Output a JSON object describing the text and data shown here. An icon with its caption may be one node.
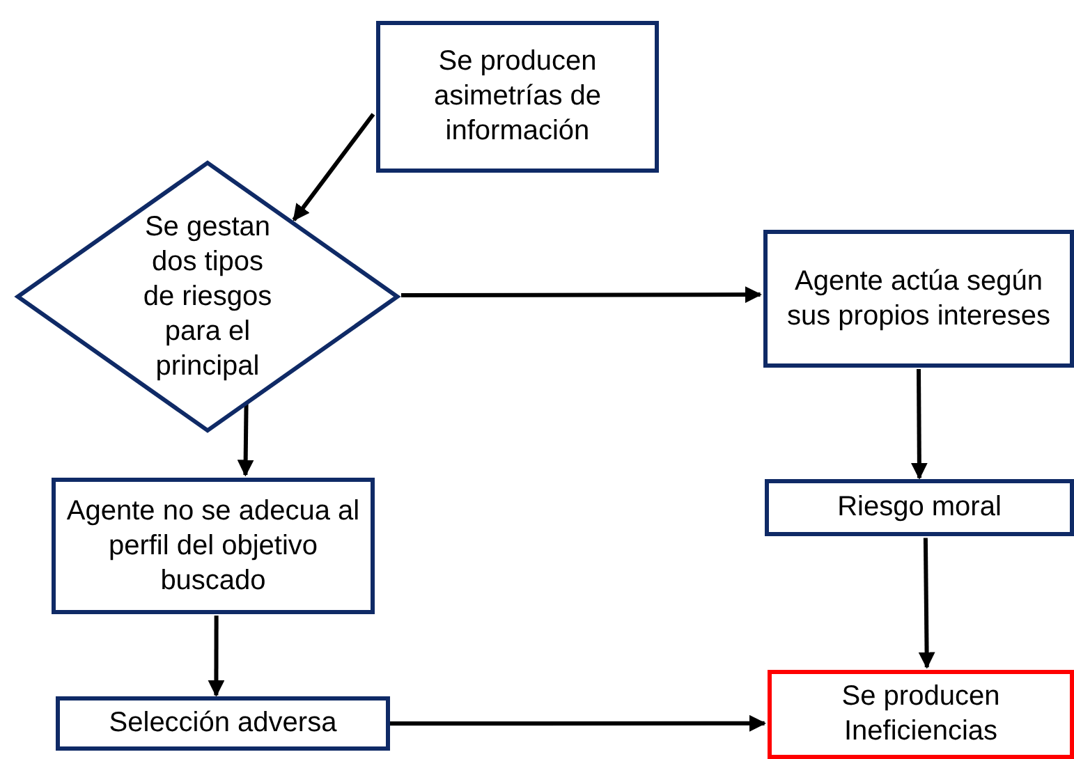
{
  "diagram": {
    "nodes": [
      {
        "text": [
          "Se producen asimetrías de información"
        ]
      },
      {
        "text": [
          "Se gestan dos tipos de riesgos para el principal"
        ]
      },
      {
        "text": [
          "Agente actúa según sus propios intereses"
        ]
      },
      {
        "text": [
          "Agente no se adecua al perfil del objetivo buscado"
        ]
      },
      {
        "text": [
          "Riesgo moral"
        ]
      },
      {
        "text": [
          "Selección adversa"
        ]
      },
      {
        "text": [
          "Se producen Ineficiencias"
        ]
      }
    ],
    "edges": [
      {
        "from": 0,
        "to": 1,
        "arrow": "to"
      },
      {
        "from": 1,
        "to": 2,
        "arrow": "to"
      },
      {
        "from": 1,
        "to": 3,
        "arrow": "to"
      },
      {
        "from": 2,
        "to": 4,
        "arrow": "to"
      },
      {
        "from": 3,
        "to": 5,
        "arrow": "to"
      },
      {
        "from": 4,
        "to": 6,
        "arrow": "to"
      },
      {
        "from": 5,
        "to": 6,
        "arrow": "to"
      }
    ]
  }
}
